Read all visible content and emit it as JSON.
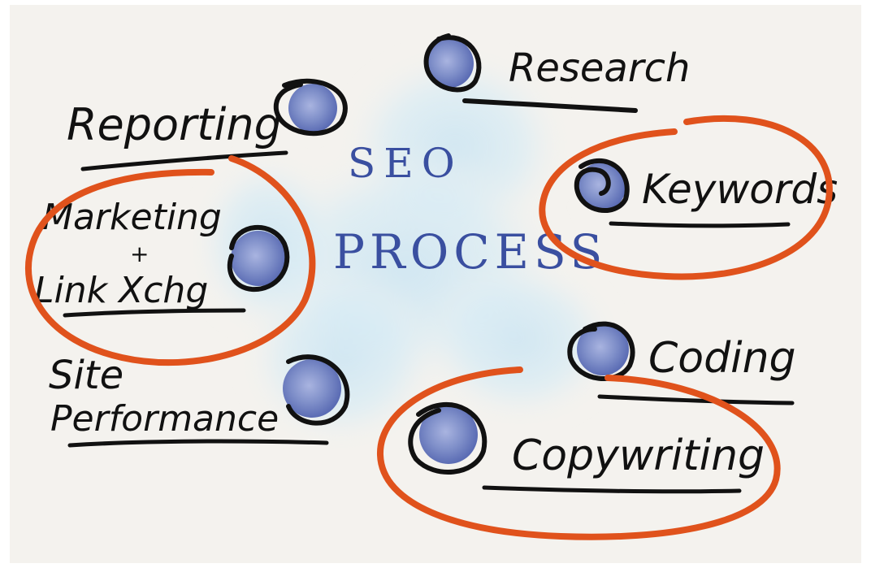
{
  "diagram": {
    "center": {
      "line1": "SEO",
      "line2": "PROCESS"
    },
    "nodes": {
      "research": {
        "label": "Research"
      },
      "reporting": {
        "label": "Reporting"
      },
      "keywords": {
        "label": "Keywords"
      },
      "marketing": {
        "label_line1": "Marketing",
        "label_plus": "+",
        "label_line2": "Link Xchg"
      },
      "site_performance": {
        "label_line1": "Site",
        "label_line2": "Performance"
      },
      "coding": {
        "label": "Coding"
      },
      "copywriting": {
        "label": "Copywriting"
      }
    },
    "highlighted": [
      "Keywords",
      "Marketing + Link Xchg",
      "Copywriting"
    ],
    "colors": {
      "paper": "#f4f2ee",
      "ink": "#111111",
      "watercolor_center": "#3a4fa0",
      "dot_fill": "#7f8fc9",
      "wash": "#cfe6f2",
      "highlight": "#e0521c"
    }
  }
}
